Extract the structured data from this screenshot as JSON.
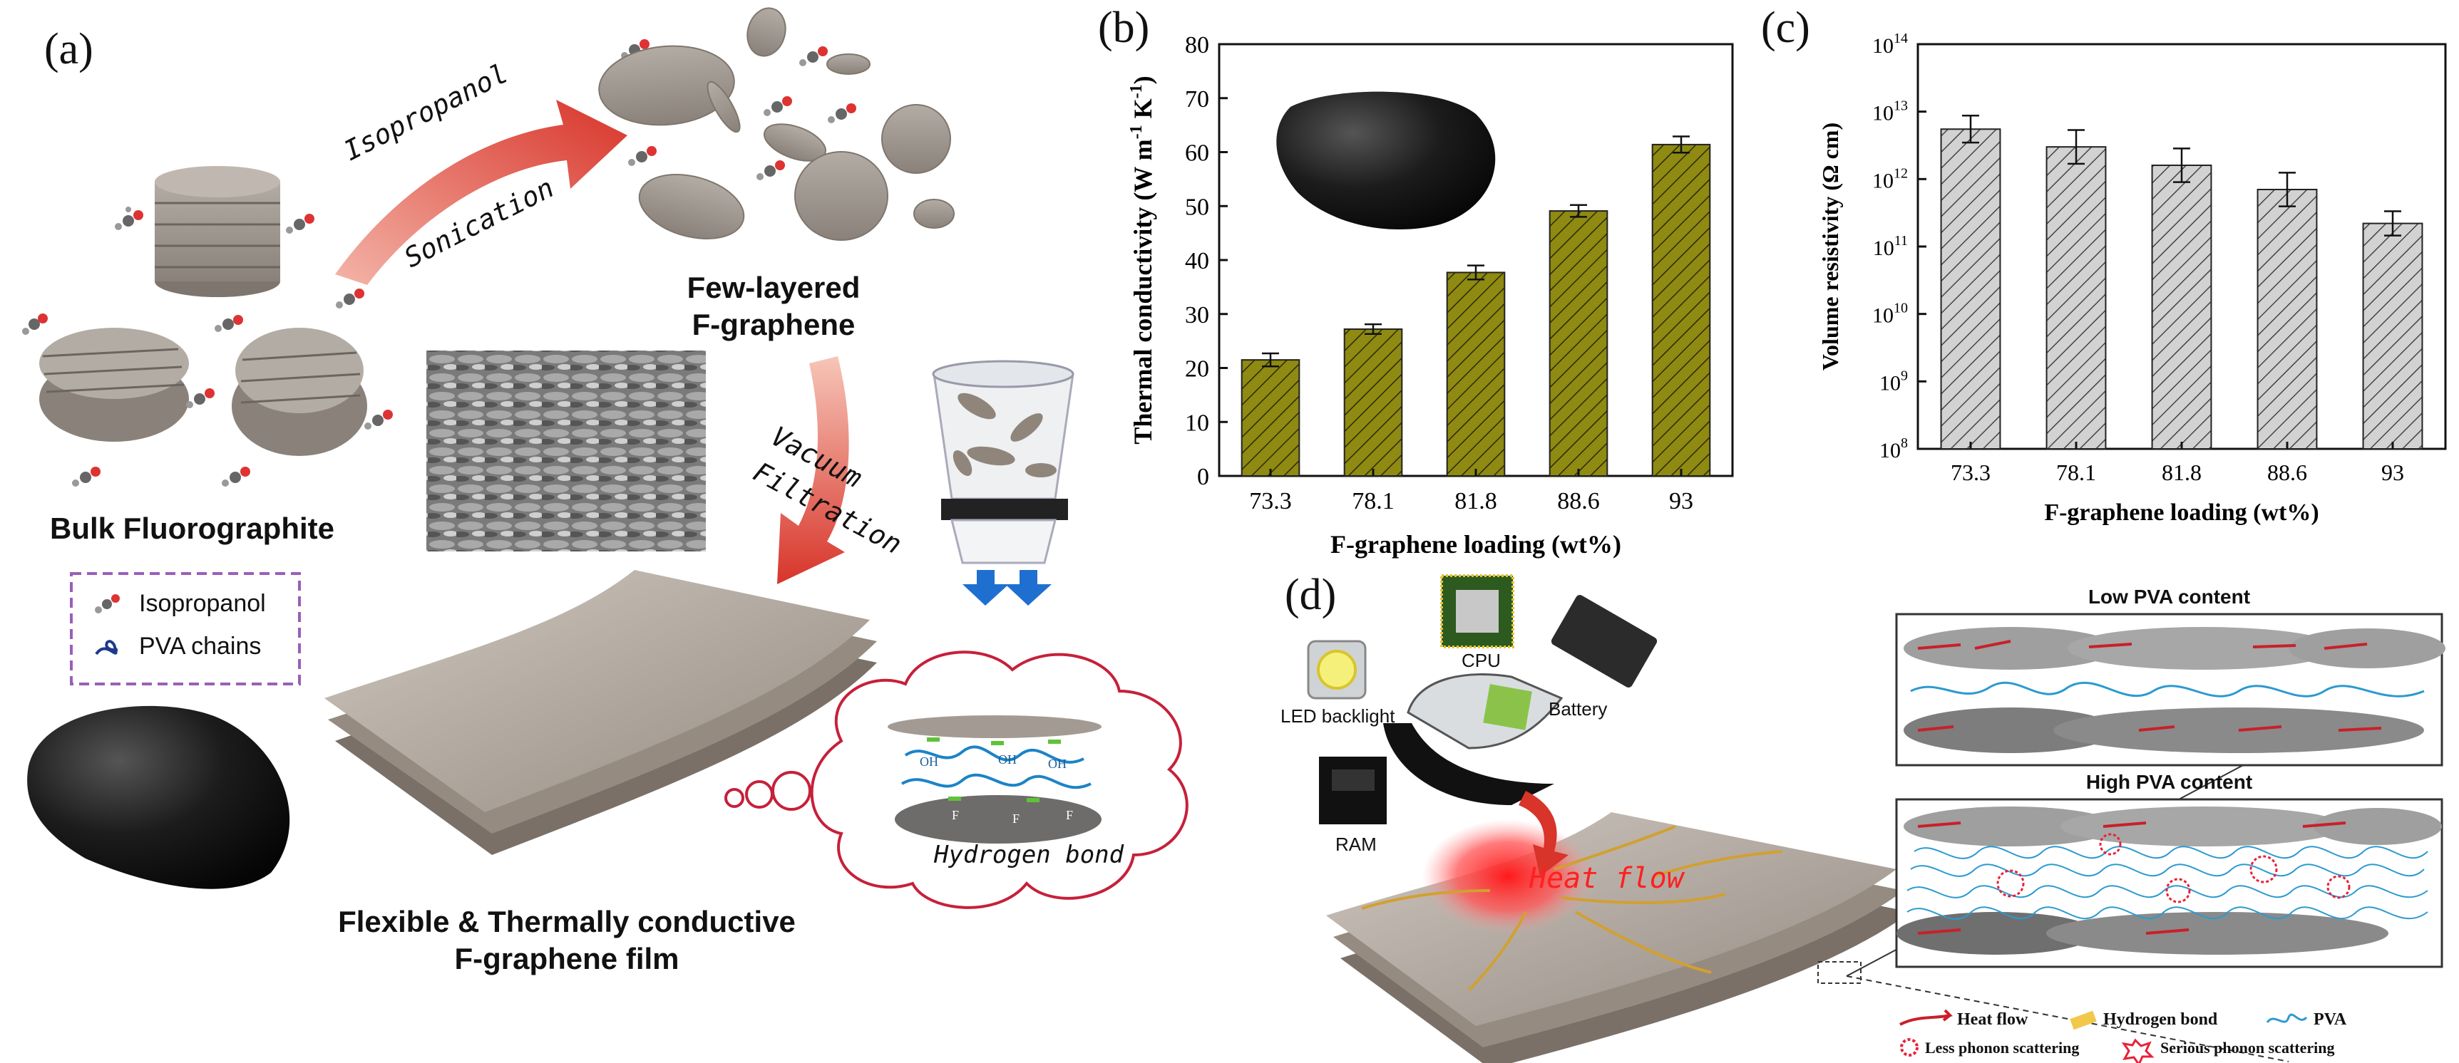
{
  "panel_a": {
    "label": "(a)",
    "arrow1_top": "Isopropanol",
    "arrow1_bottom": "Sonication",
    "bulk_label": "Bulk Fluorographite",
    "few_label_1": "Few-layered",
    "few_label_2": "F-graphene",
    "vacuum_1": "Vacuum",
    "vacuum_2": "Filtration",
    "legend": [
      "Isopropanol",
      "PVA chains"
    ],
    "bond_label": "Hydrogen bond",
    "film_label_1": "Flexible & Thermally conductive",
    "film_label_2": "F-graphene film",
    "bond_F": "F",
    "bond_OH": "OH"
  },
  "panel_d": {
    "label": "(d)",
    "cpu": "CPU",
    "led": "LED backlight",
    "battery": "Battery",
    "ram": "RAM",
    "heat_flow": "Heat flow",
    "low": "Low PVA content",
    "high": "High PVA content",
    "legend": [
      "Heat flow",
      "Hydrogen bond",
      "PVA",
      "Less phonon scattering",
      "Serious phonon scattering"
    ]
  },
  "chart_data": [
    {
      "panel": "(b)",
      "type": "bar",
      "categories": [
        "73.3",
        "78.1",
        "81.8",
        "88.6",
        "93"
      ],
      "values": [
        21.5,
        27.2,
        37.7,
        49.1,
        61.4
      ],
      "errors": [
        1.2,
        0.9,
        1.3,
        1.1,
        1.5
      ],
      "xlabel": "F-graphene loading (wt%)",
      "ylabel_parts": [
        "Thermal conductivity (W m",
        "-1",
        " K",
        "-1",
        ")"
      ],
      "ylim": [
        0,
        80
      ],
      "yticks": [
        "0",
        "10",
        "20",
        "30",
        "40",
        "50",
        "60",
        "70",
        "80"
      ],
      "bar_color": "#8e8a12"
    },
    {
      "panel": "(c)",
      "type": "bar",
      "scale": "log",
      "categories": [
        "73.3",
        "78.1",
        "81.8",
        "88.6",
        "93"
      ],
      "values": [
        5500000000000.0,
        3000000000000.0,
        1600000000000.0,
        700000000000.0,
        220000000000.0
      ],
      "errors_log": [
        0.2,
        0.25,
        0.25,
        0.25,
        0.18
      ],
      "xlabel": "F-graphene loading (wt%)",
      "ylabel": "Volume resistivity (Ω cm)",
      "ylim": [
        100000000.0,
        100000000000000.0
      ],
      "yticks": [
        {
          "base": "10",
          "exp": "8"
        },
        {
          "base": "10",
          "exp": "9"
        },
        {
          "base": "10",
          "exp": "10"
        },
        {
          "base": "10",
          "exp": "11"
        },
        {
          "base": "10",
          "exp": "12"
        },
        {
          "base": "10",
          "exp": "13"
        },
        {
          "base": "10",
          "exp": "14"
        }
      ],
      "bar_color": "#cccccc"
    }
  ]
}
